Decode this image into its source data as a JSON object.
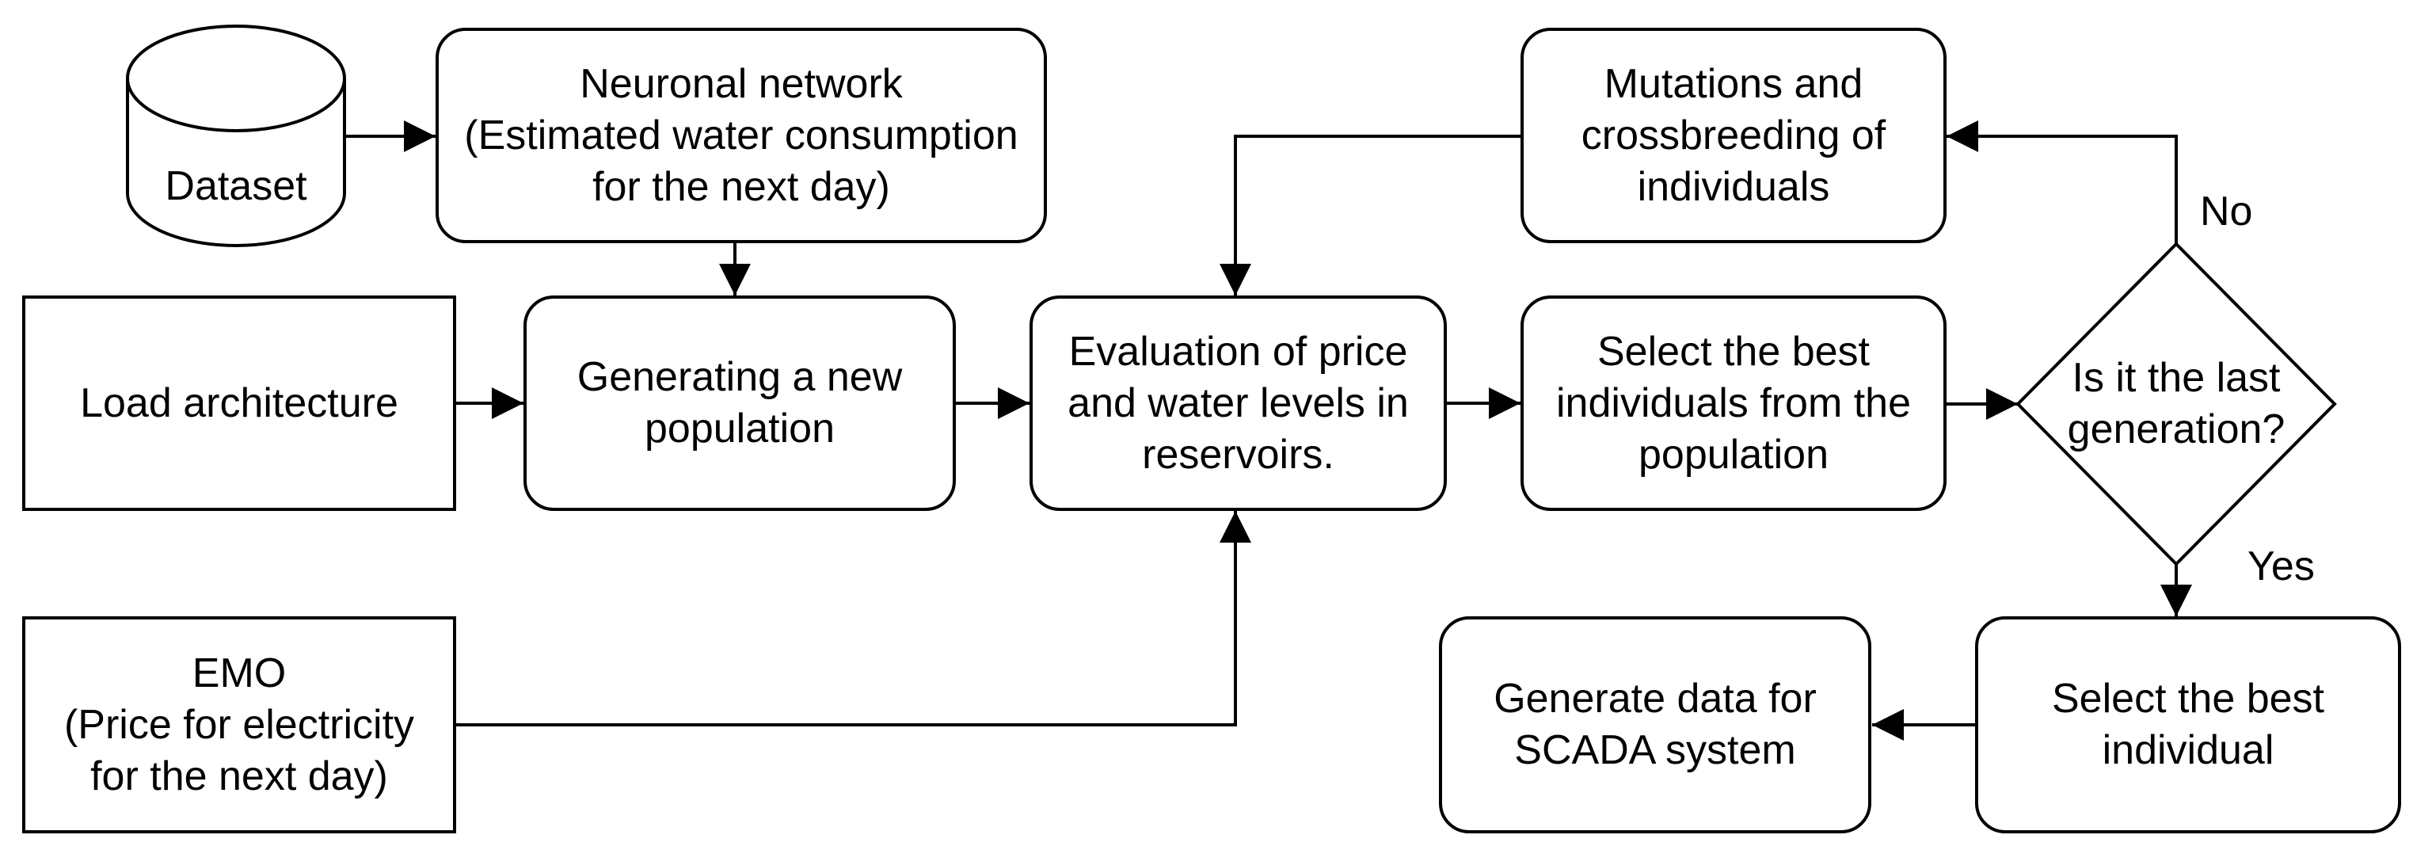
{
  "diagram": {
    "type": "flowchart",
    "colors": {
      "canvas_bg": "#ffffff",
      "shape_fill": "#ffffff",
      "stroke": "#000000",
      "text": "#000000"
    },
    "nodes": {
      "dataset": {
        "shape": "cylinder",
        "label": "Dataset"
      },
      "neuronal": {
        "shape": "rounded",
        "label": "Neuronal network\n(Estimated water consumption\nfor the next day)"
      },
      "load_architecture": {
        "shape": "rectangle",
        "label": "Load architecture"
      },
      "generating": {
        "shape": "rounded",
        "label": "Generating a new\npopulation"
      },
      "evaluation": {
        "shape": "rounded",
        "label": "Evaluation of price\nand water levels in\nreservoirs."
      },
      "select_individuals": {
        "shape": "rounded",
        "label": "Select the best\nindividuals from the\npopulation"
      },
      "decision": {
        "shape": "diamond",
        "label": "Is it the last\ngeneration?"
      },
      "mutations": {
        "shape": "rounded",
        "label": "Mutations and\ncrossbreeding of\nindividuals"
      },
      "emo": {
        "shape": "rectangle",
        "label": "EMO\n(Price for electricity\nfor the next day)"
      },
      "scada": {
        "shape": "rounded",
        "label": "Generate data for\nSCADA system"
      },
      "select_individual": {
        "shape": "rounded",
        "label": "Select the best\nindividual"
      }
    },
    "edges": {
      "dataset_to_neuronal": {
        "from": "dataset",
        "to": "neuronal",
        "label": ""
      },
      "neuronal_to_generating": {
        "from": "neuronal",
        "to": "generating",
        "label": ""
      },
      "load_to_generating": {
        "from": "load_architecture",
        "to": "generating",
        "label": ""
      },
      "generating_to_evaluation": {
        "from": "generating",
        "to": "evaluation",
        "label": ""
      },
      "evaluation_to_select_individuals": {
        "from": "evaluation",
        "to": "select_individuals",
        "label": ""
      },
      "select_individuals_to_decision": {
        "from": "select_individuals",
        "to": "decision",
        "label": ""
      },
      "no_branch": {
        "from": "decision",
        "to": "mutations",
        "label": "No"
      },
      "mutations_to_evaluation": {
        "from": "mutations",
        "to": "evaluation",
        "label": ""
      },
      "emo_to_evaluation": {
        "from": "emo",
        "to": "evaluation",
        "label": ""
      },
      "yes_branch": {
        "from": "decision",
        "to": "select_individual",
        "label": "Yes"
      },
      "select_individual_to_scada": {
        "from": "select_individual",
        "to": "scada",
        "label": ""
      }
    }
  }
}
